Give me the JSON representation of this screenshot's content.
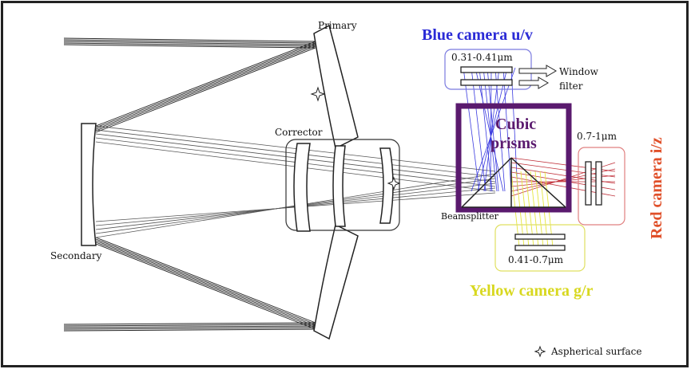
{
  "labels": {
    "primary": "Primary",
    "secondary": "Secondary",
    "corrector": "Corrector",
    "beamsplitter": "Beamsplitter",
    "cubic_prisms_line1": "Cubic",
    "cubic_prisms_line2": "prisms",
    "window": "Window",
    "filter": "filter",
    "blue_camera": "Blue camera u/v",
    "blue_range": "0.31-0.41μm",
    "red_camera": "Red camera i/z",
    "red_range": "0.7-1μm",
    "yellow_camera": "Yellow camera g/r",
    "yellow_range": "0.41-0.7μm",
    "aspherical_legend": "Aspherical surface"
  },
  "colors": {
    "blue": "#2b2bd6",
    "red": "#e0502a",
    "yellow": "#d8d820",
    "purple": "#5a1a6e",
    "ray_blue": "#3a3adf",
    "ray_red": "#c0303a",
    "ray_yellow": "#e6e640",
    "ray_gray": "#555555"
  },
  "icons": {
    "aspherical": "four-point-star-icon"
  }
}
